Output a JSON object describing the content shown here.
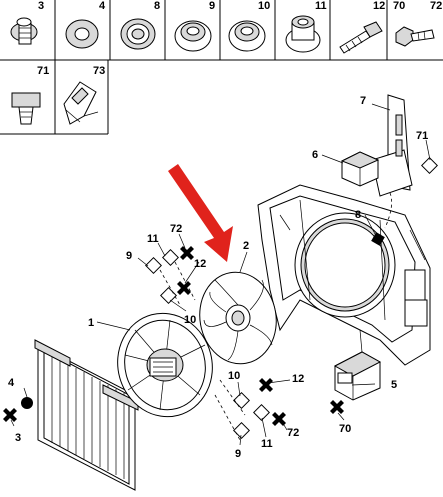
{
  "catalog_row1": [
    "3",
    "4",
    "8",
    "9",
    "10",
    "11",
    "12",
    "70",
    "72"
  ],
  "catalog_row2": [
    "71",
    "73"
  ],
  "callouts": {
    "relay_bracket": "7",
    "relay_clip": "71",
    "relay": "6",
    "grommet": "8",
    "fan_blade": "2",
    "upper_72": "72",
    "upper_11": "11",
    "upper_9": "9",
    "upper_12": "12",
    "upper_10": "10",
    "fan_motor": "1",
    "bolt_4": "4",
    "bolt_3": "3",
    "resistor": "5",
    "lower_10": "10",
    "lower_12": "12",
    "lower_11": "11",
    "lower_72": "72",
    "lower_9": "9",
    "lower_70": "70"
  },
  "colors": {
    "arrow": "#e0231c",
    "line": "#000000",
    "grey": "#d9d9d9"
  }
}
